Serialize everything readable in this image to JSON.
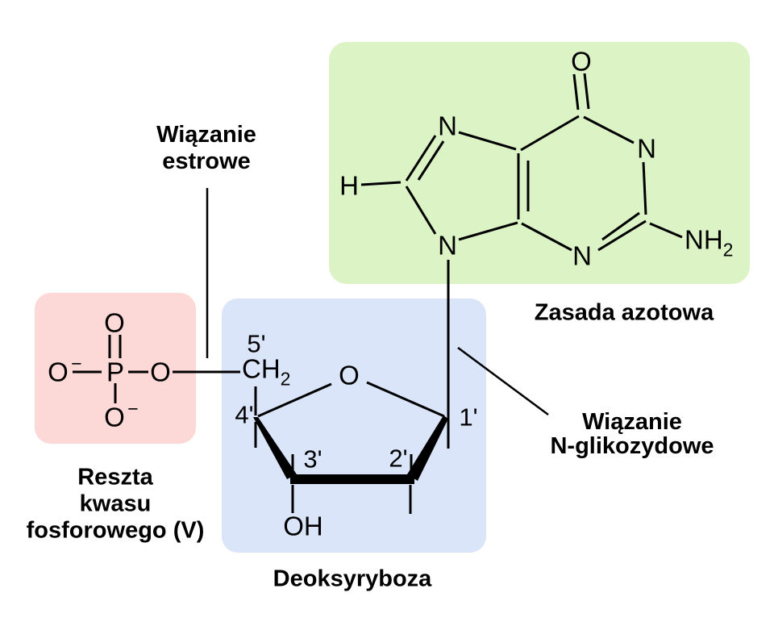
{
  "colors": {
    "background": "#ffffff",
    "phosphate_box": "#fcd9d6",
    "sugar_box": "#dbe5f9",
    "base_box": "#dcf3c6",
    "bond": "#000000",
    "text": "#000000"
  },
  "labels": {
    "ester_bond": {
      "lines": [
        "Wiązanie",
        "estrowe"
      ]
    },
    "nitrogenous_base": "Zasada azotowa",
    "glycosidic_bond": {
      "lines": [
        "Wiązanie",
        "N-glikozydowe"
      ]
    },
    "phosphate_residue": {
      "lines": [
        "Reszta",
        "kwasu",
        "fosforowego (V)"
      ]
    },
    "deoxyribose": "Deoksyryboza"
  },
  "phosphate": {
    "o_top": "O",
    "p": "P",
    "o_left": "O",
    "o_left_charge": "−",
    "o_right": "O",
    "o_bottom": "O",
    "o_bottom_charge": "−"
  },
  "sugar": {
    "ch2_main": "CH",
    "ch2_sub": "2",
    "ring_o": "O",
    "hydroxyl": "OH",
    "c5_label": "5'",
    "c4_label": "4'",
    "c3_label": "3'",
    "c2_label": "2'",
    "c1_label": "1'"
  },
  "base": {
    "h8": "H",
    "n7": "N",
    "n9": "N",
    "o6": "O",
    "n1": "N",
    "n3": "N",
    "amine_main": "NH",
    "amine_sub": "2"
  }
}
